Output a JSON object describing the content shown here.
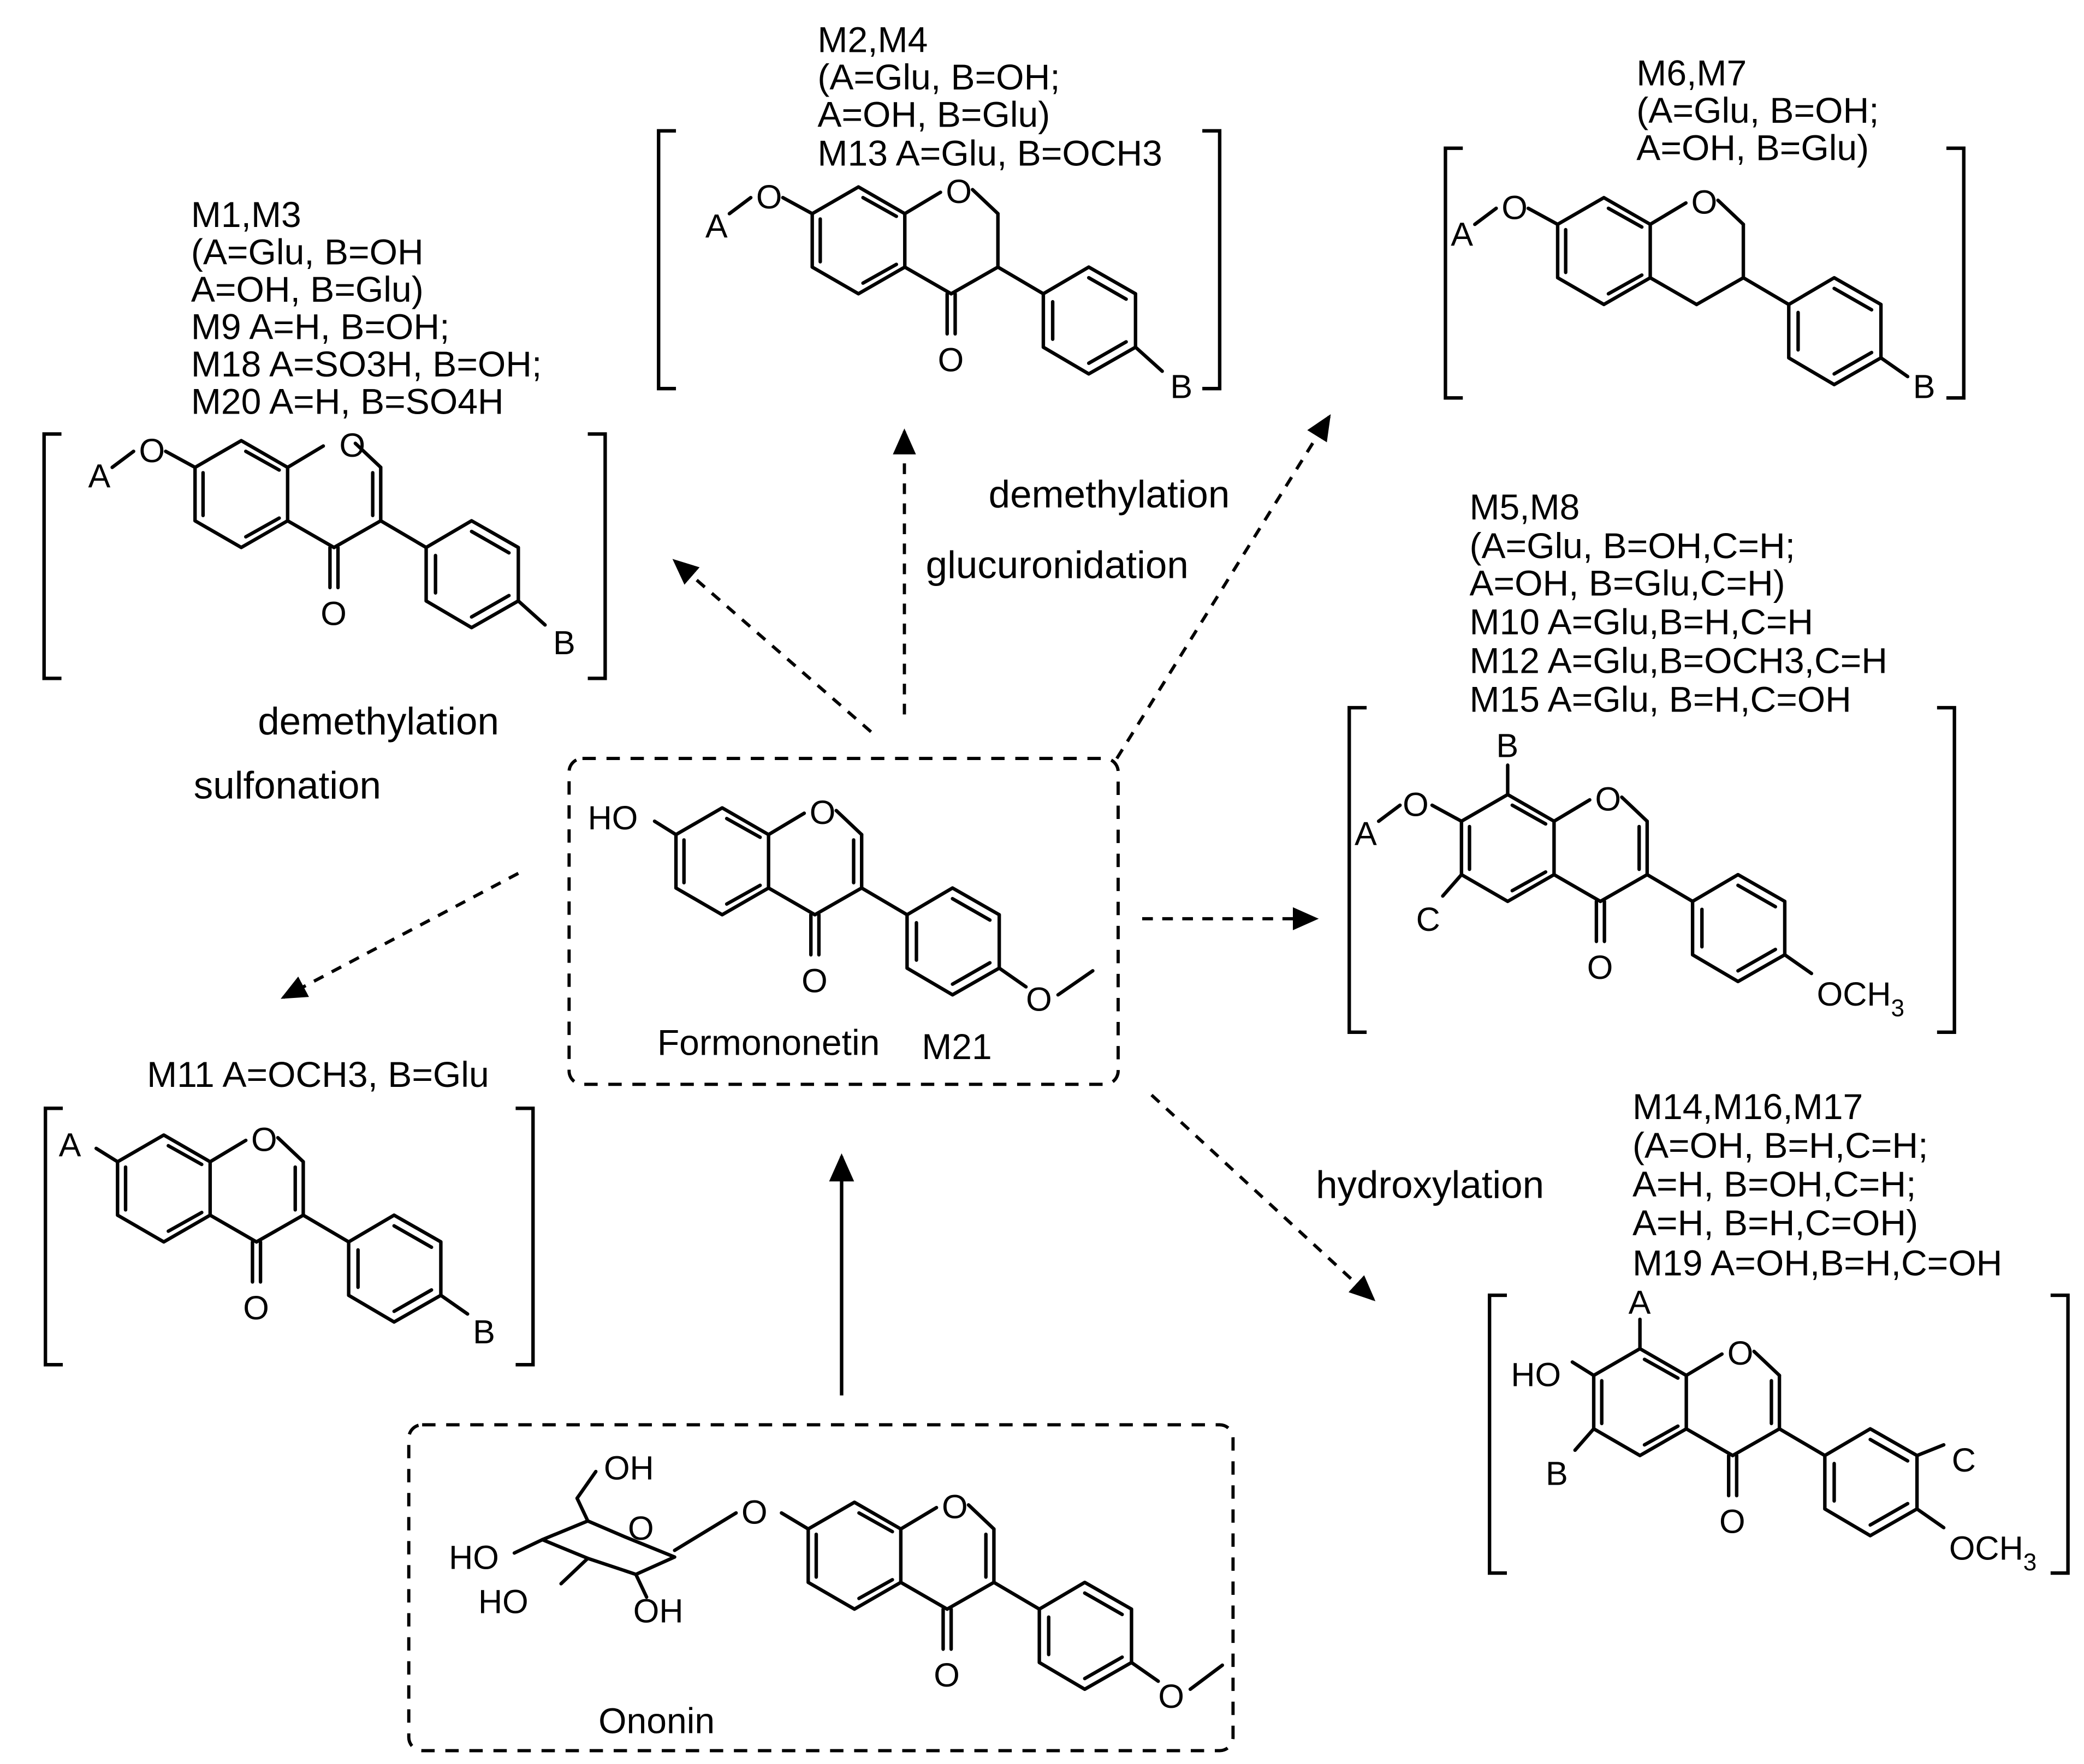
{
  "labels": {
    "m1_block": [
      "M1,M3",
      "(A=Glu, B=OH",
      "A=OH, B=Glu)",
      "M9 A=H, B=OH;",
      "M18 A=SO3H, B=OH;",
      "M20 A=H, B=SO4H"
    ],
    "m2_block": [
      "M2,M4",
      "(A=Glu, B=OH;",
      "A=OH, B=Glu)",
      "M13 A=Glu, B=OCH3"
    ],
    "m6_block": [
      "M6,M7",
      "(A=Glu, B=OH;",
      "A=OH, B=Glu)"
    ],
    "m5_block": [
      "M5,M8",
      "(A=Glu, B=OH,C=H;",
      "A=OH, B=Glu,C=H)",
      "M10 A=Glu,B=H,C=H",
      "M12 A=Glu,B=OCH3,C=H",
      "M15 A=Glu, B=H,C=OH"
    ],
    "m11_block": [
      "M11 A=OCH3, B=Glu"
    ],
    "m14_block": [
      "M14,M16,M17",
      "(A=OH, B=H,C=H;",
      "A=H, B=OH,C=H;",
      "A=H, B=H,C=OH)",
      "M19 A=OH,B=H,C=OH"
    ]
  },
  "processes": {
    "demethylation_top": "demethylation",
    "glucuronidation": "glucuronidation",
    "demethylation_left": "demethylation",
    "sulfonation": "sulfonation",
    "hydroxylation": "hydroxylation"
  },
  "compounds": {
    "formononetin": "Formononetin",
    "m21": "M21",
    "ononin": "Ononin"
  },
  "atoms": {
    "O": "O",
    "A": "A",
    "B": "B",
    "C": "C",
    "HO": "HO",
    "OH": "OH",
    "OCH": "OCH",
    "sub3": "3"
  }
}
